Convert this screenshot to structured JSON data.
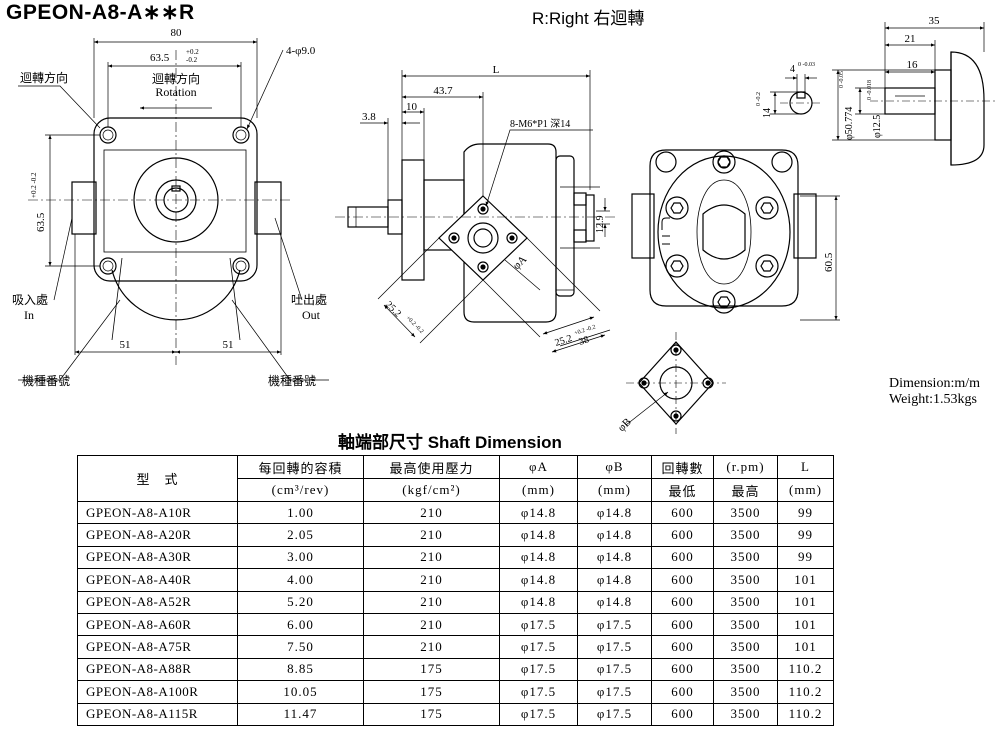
{
  "title": "GPEON-A8-A∗∗R",
  "subtitle": "R:Right 右迴轉",
  "front_view": {
    "dim_width": "80",
    "dim_bolt_pitch": "63.5",
    "dim_tol_upper": "+0.2",
    "dim_tol_lower": "-0.2",
    "dim_hole": "4-φ9.0",
    "label_rotation_dir": "迴轉方向",
    "label_rotation_cn": "迴轉方向",
    "label_rotation_en": "Rotation",
    "dim_vertical": "63.5",
    "dim_vertical_tol": "+0.2 -0.2",
    "label_inlet_cn": "吸入處",
    "label_inlet_en": "In",
    "label_outlet_cn": "吐出處",
    "label_outlet_en": "Out",
    "dim_left_half": "51",
    "dim_right_half": "51",
    "label_model_left": "機種番號",
    "label_model_right": "機種番號"
  },
  "side_view": {
    "dim_L": "L",
    "dim_437": "43.7",
    "dim_10": "10",
    "dim_38": "3.8",
    "note_thread": "8-M6*P1  深14",
    "dim_129": "12.9",
    "label_phiA": "φA",
    "dim_252_left": "25.2",
    "dim_252_left_tol": "+0.2 -0.2",
    "dim_252_right": "25.2",
    "dim_252_right_tol": "+0.2 -0.2",
    "dim_38b": "38",
    "label_phiB": "φB"
  },
  "shaft_view": {
    "dim_35": "35",
    "dim_21": "21",
    "dim_16": "16",
    "dim_key": "4",
    "dim_key_tol": "0 -0.03",
    "dim_14": "14",
    "dim_14_tol": "0 -0.2",
    "dim_shaft": "φ12.5",
    "dim_shaft_tol": "0 -0.018",
    "dim_pilot": "φ50.774",
    "dim_pilot_tol": "0 -0.05"
  },
  "rear_view": {
    "dim_605": "60.5"
  },
  "unit_note": {
    "dimension": "Dimension:m/m",
    "weight": "Weight:1.53kgs"
  },
  "table": {
    "title": "軸端部尺寸 Shaft Dimension",
    "headers": {
      "model": "型　式",
      "displacement": "每回轉的容積",
      "displacement_unit": "(cm³/rev)",
      "pressure": "最高使用壓力",
      "pressure_unit": "(kgf/cm²)",
      "phiA": "φA",
      "phiA_unit": "(mm)",
      "phiB": "φB",
      "phiB_unit": "(mm)",
      "speed": "回轉數",
      "speed_unit": "(r.pm)",
      "speed_min": "最低",
      "speed_max": "最高",
      "L": "L",
      "L_unit": "(mm)"
    },
    "rows": [
      {
        "model": "GPEON-A8-A10R",
        "disp": "1.00",
        "press": "210",
        "a": "φ14.8",
        "b": "φ14.8",
        "min": "600",
        "max": "3500",
        "l": "99"
      },
      {
        "model": "GPEON-A8-A20R",
        "disp": "2.05",
        "press": "210",
        "a": "φ14.8",
        "b": "φ14.8",
        "min": "600",
        "max": "3500",
        "l": "99"
      },
      {
        "model": "GPEON-A8-A30R",
        "disp": "3.00",
        "press": "210",
        "a": "φ14.8",
        "b": "φ14.8",
        "min": "600",
        "max": "3500",
        "l": "99"
      },
      {
        "model": "GPEON-A8-A40R",
        "disp": "4.00",
        "press": "210",
        "a": "φ14.8",
        "b": "φ14.8",
        "min": "600",
        "max": "3500",
        "l": "101"
      },
      {
        "model": "GPEON-A8-A52R",
        "disp": "5.20",
        "press": "210",
        "a": "φ14.8",
        "b": "φ14.8",
        "min": "600",
        "max": "3500",
        "l": "101"
      },
      {
        "model": "GPEON-A8-A60R",
        "disp": "6.00",
        "press": "210",
        "a": "φ17.5",
        "b": "φ17.5",
        "min": "600",
        "max": "3500",
        "l": "101"
      },
      {
        "model": "GPEON-A8-A75R",
        "disp": "7.50",
        "press": "210",
        "a": "φ17.5",
        "b": "φ17.5",
        "min": "600",
        "max": "3500",
        "l": "101"
      },
      {
        "model": "GPEON-A8-A88R",
        "disp": "8.85",
        "press": "175",
        "a": "φ17.5",
        "b": "φ17.5",
        "min": "600",
        "max": "3500",
        "l": "110.2"
      },
      {
        "model": "GPEON-A8-A100R",
        "disp": "10.05",
        "press": "175",
        "a": "φ17.5",
        "b": "φ17.5",
        "min": "600",
        "max": "3500",
        "l": "110.2"
      },
      {
        "model": "GPEON-A8-A115R",
        "disp": "11.47",
        "press": "175",
        "a": "φ17.5",
        "b": "φ17.5",
        "min": "600",
        "max": "3500",
        "l": "110.2"
      }
    ]
  }
}
